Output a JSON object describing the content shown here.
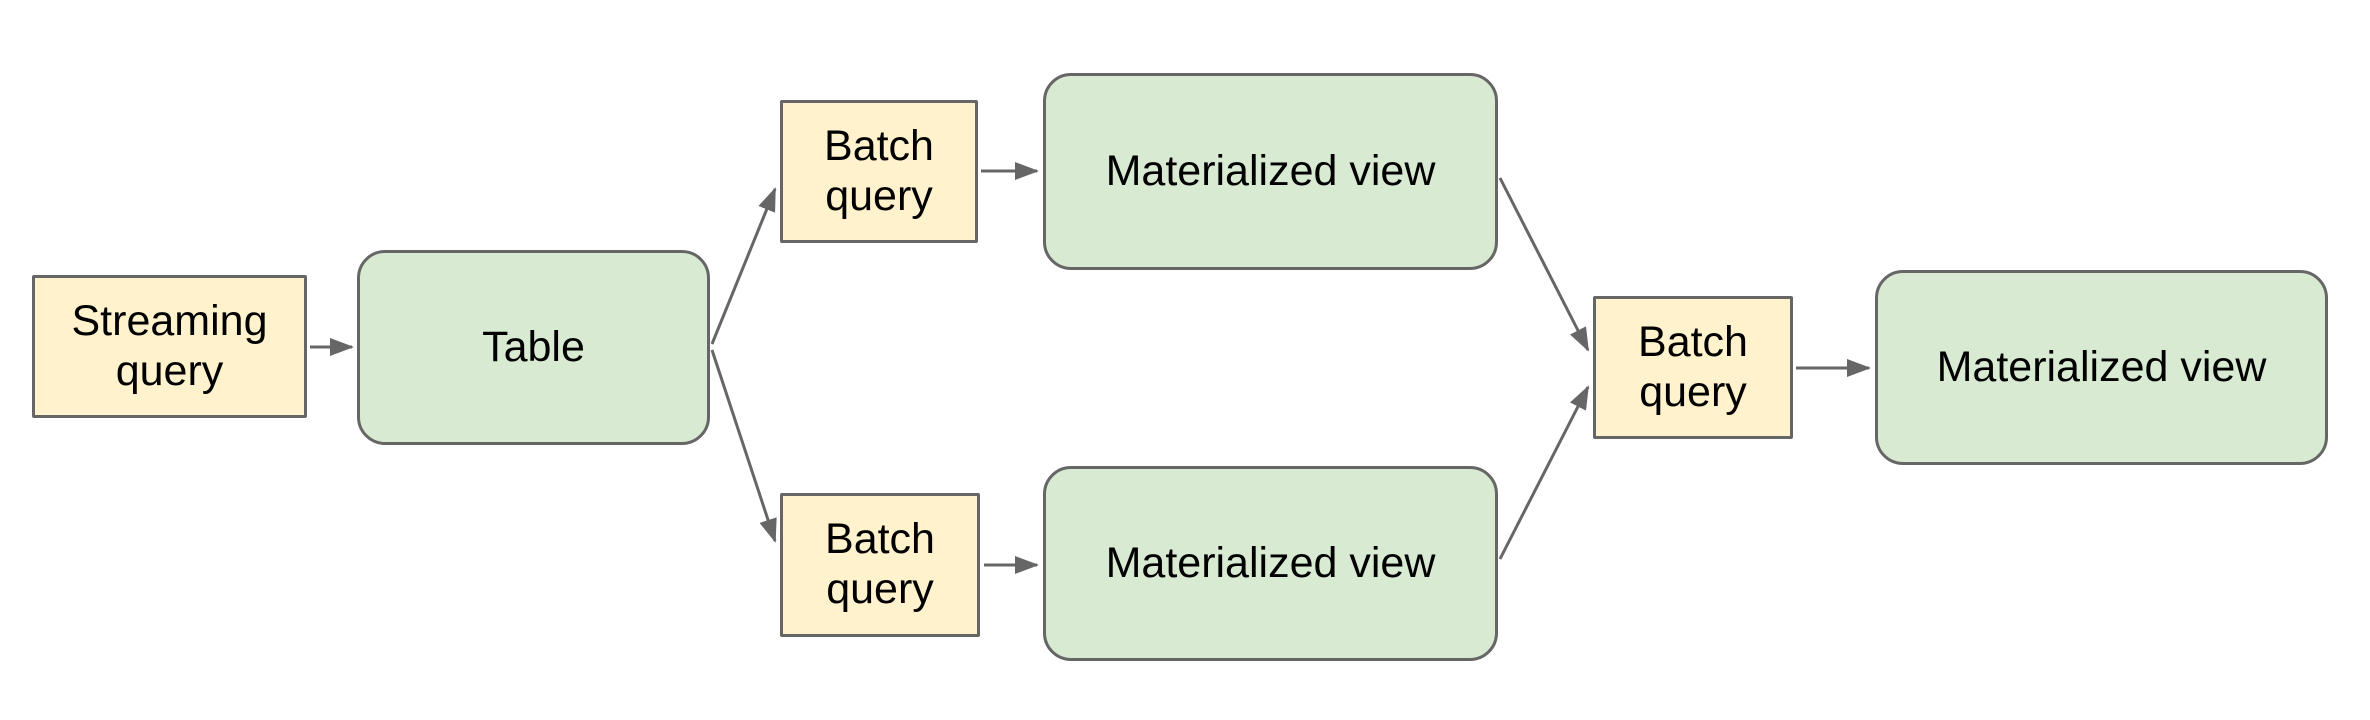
{
  "colors": {
    "background": "#ffffff",
    "query_fill": "#fff2cc",
    "view_fill": "#d9ead3",
    "stroke": "#666666",
    "text": "#000000"
  },
  "diagram": {
    "type": "flowchart",
    "direction": "left-to-right",
    "nodes": [
      {
        "id": "streaming-query",
        "label": "Streaming query",
        "shape": "rectangle",
        "fill": "#fff2cc"
      },
      {
        "id": "table",
        "label": "Table",
        "shape": "rounded-rectangle",
        "fill": "#d9ead3"
      },
      {
        "id": "batch-query-top",
        "label": "Batch query",
        "shape": "rectangle",
        "fill": "#fff2cc"
      },
      {
        "id": "materialized-view-top",
        "label": "Materialized view",
        "shape": "rounded-rectangle",
        "fill": "#d9ead3"
      },
      {
        "id": "batch-query-bottom",
        "label": "Batch query",
        "shape": "rectangle",
        "fill": "#fff2cc"
      },
      {
        "id": "materialized-view-bottom",
        "label": "Materialized view",
        "shape": "rounded-rectangle",
        "fill": "#d9ead3"
      },
      {
        "id": "batch-query-merge",
        "label": "Batch query",
        "shape": "rectangle",
        "fill": "#fff2cc"
      },
      {
        "id": "materialized-view-final",
        "label": "Materialized view",
        "shape": "rounded-rectangle",
        "fill": "#d9ead3"
      }
    ],
    "edges": [
      {
        "from": "streaming-query",
        "to": "table"
      },
      {
        "from": "table",
        "to": "batch-query-top"
      },
      {
        "from": "table",
        "to": "batch-query-bottom"
      },
      {
        "from": "batch-query-top",
        "to": "materialized-view-top"
      },
      {
        "from": "batch-query-bottom",
        "to": "materialized-view-bottom"
      },
      {
        "from": "materialized-view-top",
        "to": "batch-query-merge"
      },
      {
        "from": "materialized-view-bottom",
        "to": "batch-query-merge"
      },
      {
        "from": "batch-query-merge",
        "to": "materialized-view-final"
      }
    ]
  }
}
